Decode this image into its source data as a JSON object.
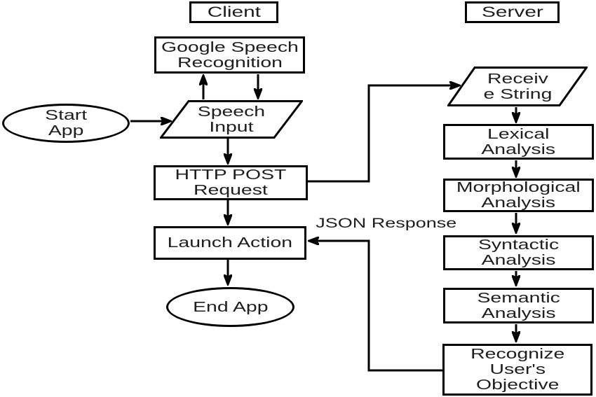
{
  "colors": {
    "line": "#000000",
    "text": "#1e1e1e",
    "background": "#ffffff"
  },
  "lanes": {
    "client": "Client",
    "server": "Server"
  },
  "client_flow": {
    "start_app": "Start\nApp",
    "google_speech_recognition": "Google Speech\nRecognition",
    "speech_input": "Speech\nInput",
    "http_post_request": "HTTP POST\nRequest",
    "launch_action": "Launch Action",
    "end_app": "End App"
  },
  "server_flow": {
    "receive_string": "Receiv\ne String",
    "lexical_analysis": "Lexical\nAnalysis",
    "morphological_analysis": "Morphological\nAnalysis",
    "syntactic_analysis": "Syntactic\nAnalysis",
    "semantic_analysis": "Semantic\nAnalysis",
    "recognize_users_objective": "Recognize\nUser's\nObjective"
  },
  "edge_labels": {
    "json_response": "JSON Response"
  },
  "icons": {
    "arrowhead": "filled-triangle-arrowhead"
  }
}
